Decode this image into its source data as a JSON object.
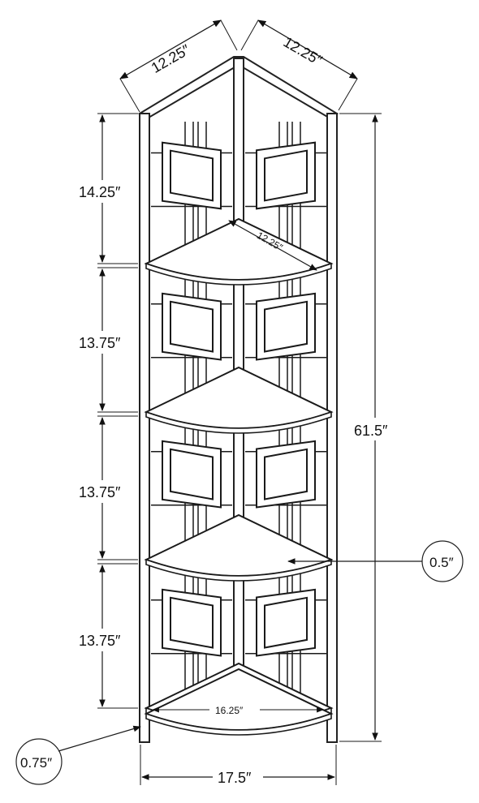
{
  "diagram": {
    "top_width_left": "12.25″",
    "top_width_right": "12.25″",
    "shelf_depth": "12.25″",
    "gap_1": "14.25″",
    "gap_2": "13.75″",
    "gap_3": "13.75″",
    "gap_4": "13.75″",
    "total_height": "61.5″",
    "shelf_thickness": "0.5″",
    "leg_thickness": "0.75″",
    "bottom_shelf_width": "16.25″",
    "overall_width": "17.5″",
    "line_color": "#1a1a1a"
  }
}
